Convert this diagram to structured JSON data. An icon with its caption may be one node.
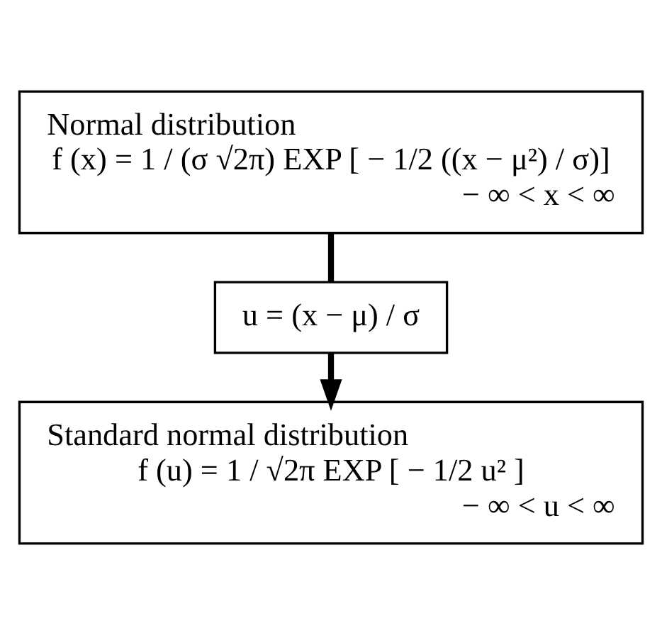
{
  "diagram": {
    "nodes": [
      {
        "text": [
          "Normal distribution",
          "f (x) = 1 / (σ √2π) EXP [ − 1/2 ((x − μ²) / σ)]",
          "− ∞ < x < ∞"
        ]
      },
      {
        "text": [
          "u = (x − μ) / σ"
        ]
      },
      {
        "text": [
          "Standard normal distribution",
          "f (u) = 1 / √2π EXP [ − 1/2 u² ]",
          "− ∞ < u < ∞"
        ]
      }
    ],
    "edges": [
      {
        "from": 0,
        "to": 1,
        "arrow": "none"
      },
      {
        "from": 1,
        "to": 2,
        "arrow": "to"
      }
    ]
  }
}
